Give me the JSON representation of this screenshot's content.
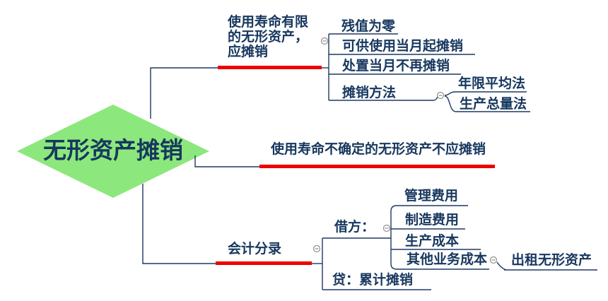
{
  "mindmap": {
    "root": "无形资产摊销",
    "branch1": {
      "label_lines": [
        "使用寿命有限",
        "的无形资产，",
        "应摊销"
      ],
      "children": [
        "残值为零",
        "可供使用当月起摊销",
        "处置当月不再摊销",
        "摊销方法"
      ],
      "method_children": [
        "年限平均法",
        "生产总量法"
      ]
    },
    "branch2": {
      "label": "使用寿命不确定的无形资产不应摊销"
    },
    "branch3": {
      "label": "会计分录",
      "debit_label": "借方：",
      "debit_items": [
        "管理费用",
        "制造费用",
        "生产成本",
        "其他业务成本"
      ],
      "rental_child": "出租无形资产",
      "credit_label": "贷：累计摊销"
    }
  },
  "colors": {
    "root_fill": "#8CE87C",
    "node_text": "#17375E",
    "connector_line": "#1F3864",
    "accent_underline_red": "#EE0000",
    "fold_icon_gray": "#909090"
  }
}
